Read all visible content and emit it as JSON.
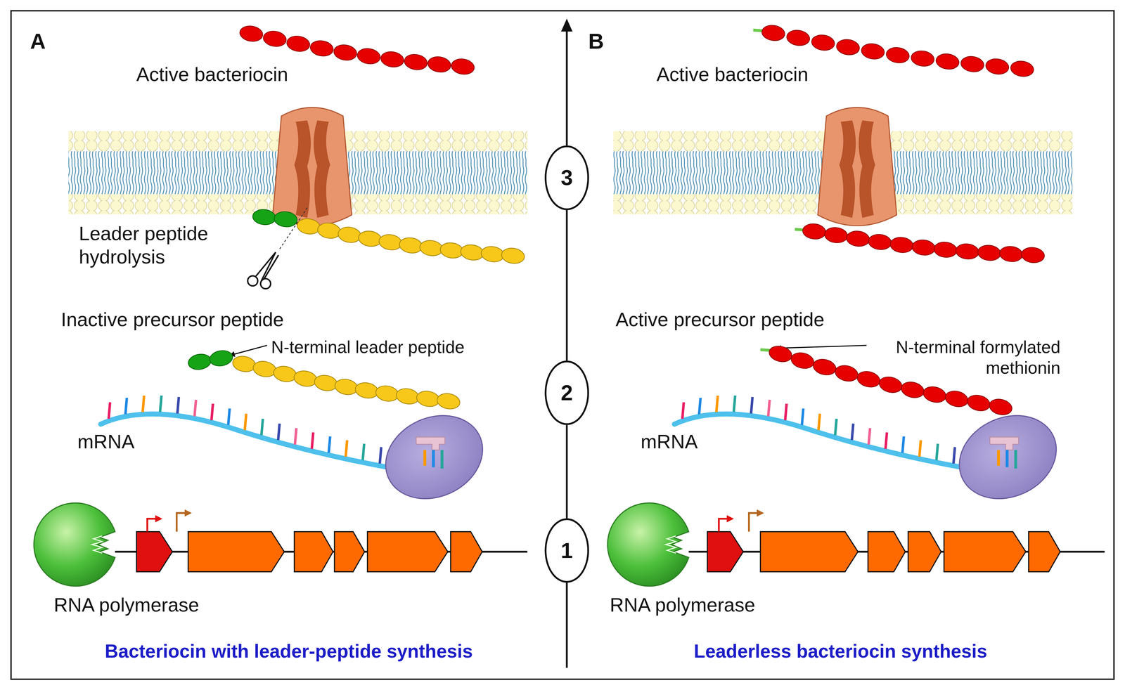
{
  "diagram": {
    "nodes": [
      {
        "text": [
          "1"
        ]
      },
      {
        "text": [
          "2"
        ]
      },
      {
        "text": [
          "3"
        ]
      }
    ],
    "edges": [
      {
        "from": 0,
        "to": 1,
        "arrow": "none"
      },
      {
        "from": 1,
        "to": 2,
        "arrow": "none"
      }
    ],
    "labels": [
      "A",
      "Active bacteriocin",
      "Leader peptide hydrolysis",
      "Inactive precursor peptide",
      "N-terminal leader peptide",
      "mRNA",
      "RNA polymerase",
      "Bacteriocin with leader-peptide synthesis",
      "B",
      "Active bacteriocin",
      "Active precursor peptide",
      "N-terminal formylated methionin",
      "mRNA",
      "RNA polymerase",
      "Leaderless bacteriocin synthesis"
    ]
  }
}
